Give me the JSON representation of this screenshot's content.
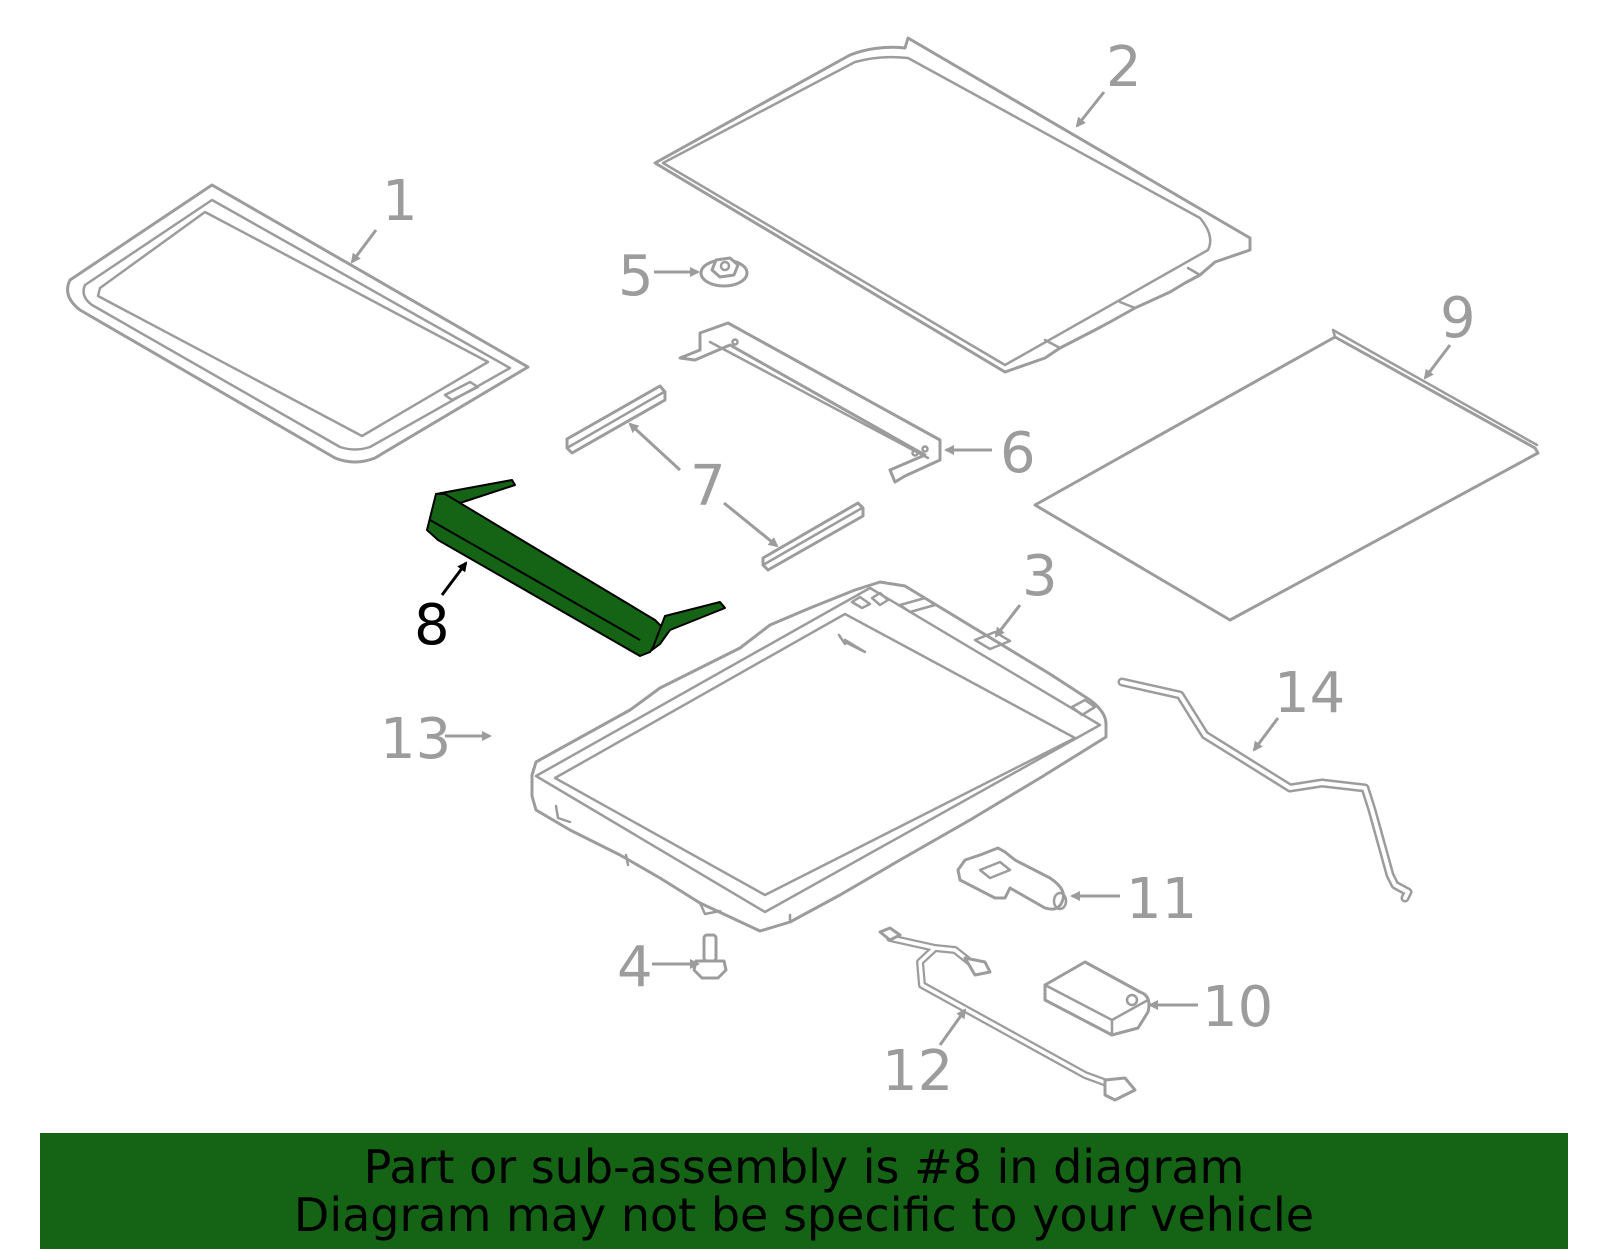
{
  "colors": {
    "highlight": "#156315",
    "part_stroke": "#9c9c9c",
    "banner_background": "#156315",
    "banner_text": "#000000"
  },
  "diagram": {
    "highlighted_part": "8",
    "callouts": [
      "1",
      "2",
      "3",
      "4",
      "5",
      "6",
      "7",
      "8",
      "9",
      "10",
      "11",
      "12",
      "13",
      "14"
    ]
  },
  "banner": {
    "line1": "Part or sub-assembly is #8 in diagram",
    "line2": "Diagram may not be specific to your vehicle"
  }
}
